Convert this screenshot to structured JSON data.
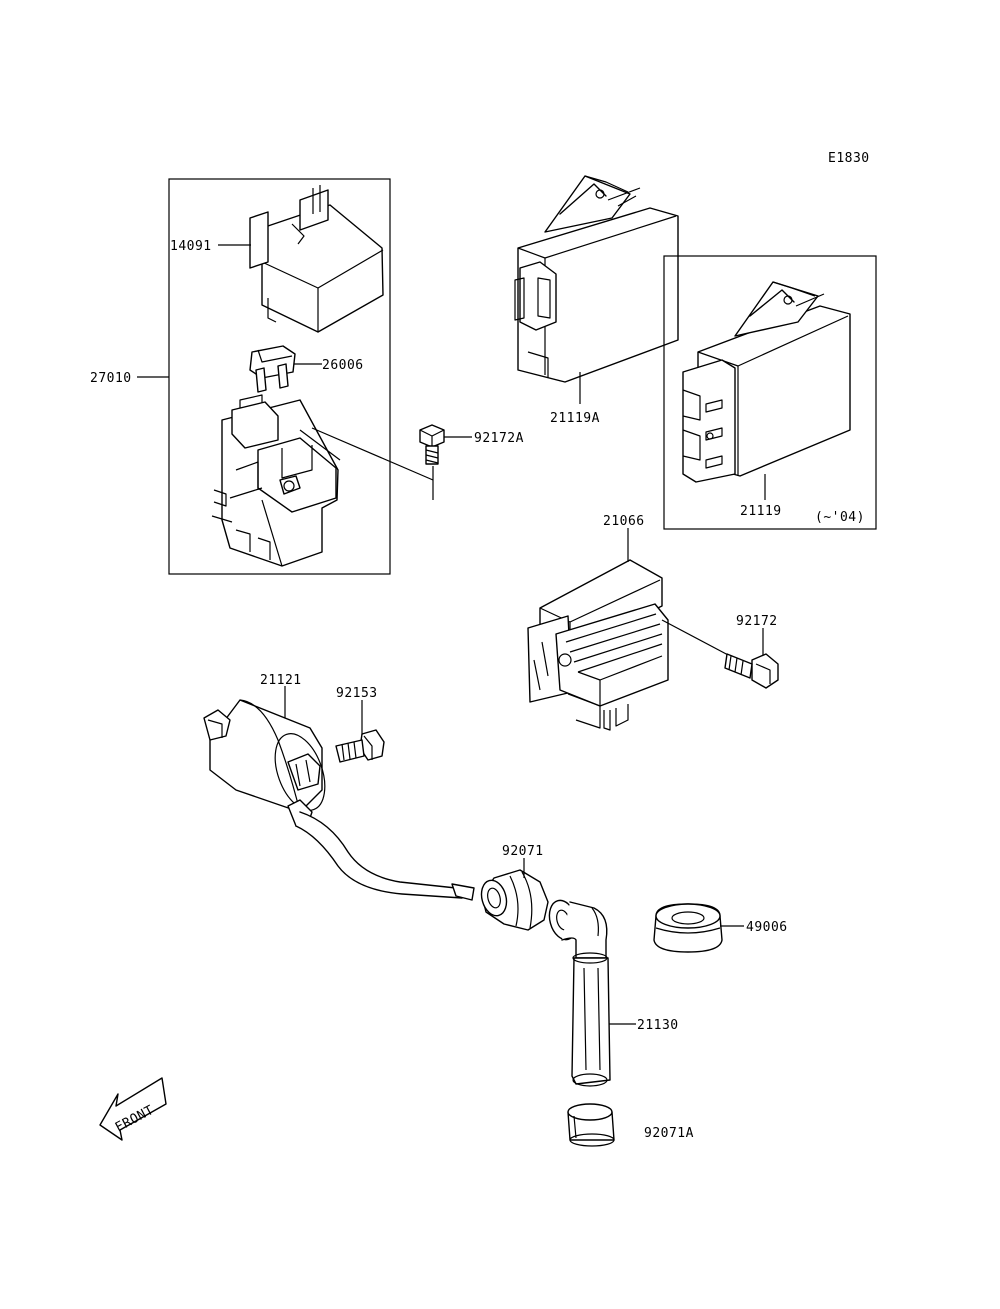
{
  "diagram": {
    "code": "E1830",
    "front_label": "FRONT",
    "note_year": "(~'04)",
    "labels": {
      "p14091": "14091",
      "p26006": "26006",
      "p27010": "27010",
      "p92172A": "92172A",
      "p21119A": "21119A",
      "p21119": "21119",
      "p21066": "21066",
      "p92172": "92172",
      "p21121": "21121",
      "p92153": "92153",
      "p92071": "92071",
      "p49006": "49006",
      "p21130": "21130",
      "p92071A": "92071A"
    }
  }
}
